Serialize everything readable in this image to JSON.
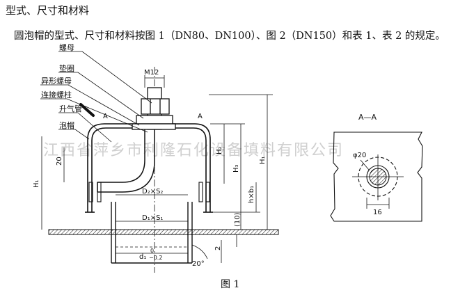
{
  "heading": "型式、尺寸和材料",
  "paragraph": "圆泡帽的型式、尺寸和材料按图 1（DN80、DN100）、图 2（DN150）和表 1、表 2 的规定。",
  "watermark": "江西省萍乡市利隆石化设备填料有限公司",
  "figure_caption": "图 1",
  "part_labels": {
    "nut": "螺母",
    "washer": "垫圈",
    "special_nut": "异形螺母",
    "stud": "连接螺柱",
    "riser": "升气管",
    "cap": "泡帽"
  },
  "dimensions": {
    "thread": "M12",
    "h20": "20",
    "H1_left": "H₁",
    "H2": "H₂",
    "H3": "H₃",
    "H1_right": "H₁",
    "hb": "h×b₁",
    "ten": "(10)",
    "two": "2",
    "D2S2": "D₂×S₂",
    "D1S1": "D₁×S₁",
    "d1": "d₁",
    "d1_tol_upper": "0",
    "d1_tol_lower": "−0.2",
    "angle": "20°",
    "section_mark_left": "A",
    "section_mark_right": "A"
  },
  "section_view": {
    "title": "A—A",
    "diameter": "φ20",
    "width": "16"
  }
}
